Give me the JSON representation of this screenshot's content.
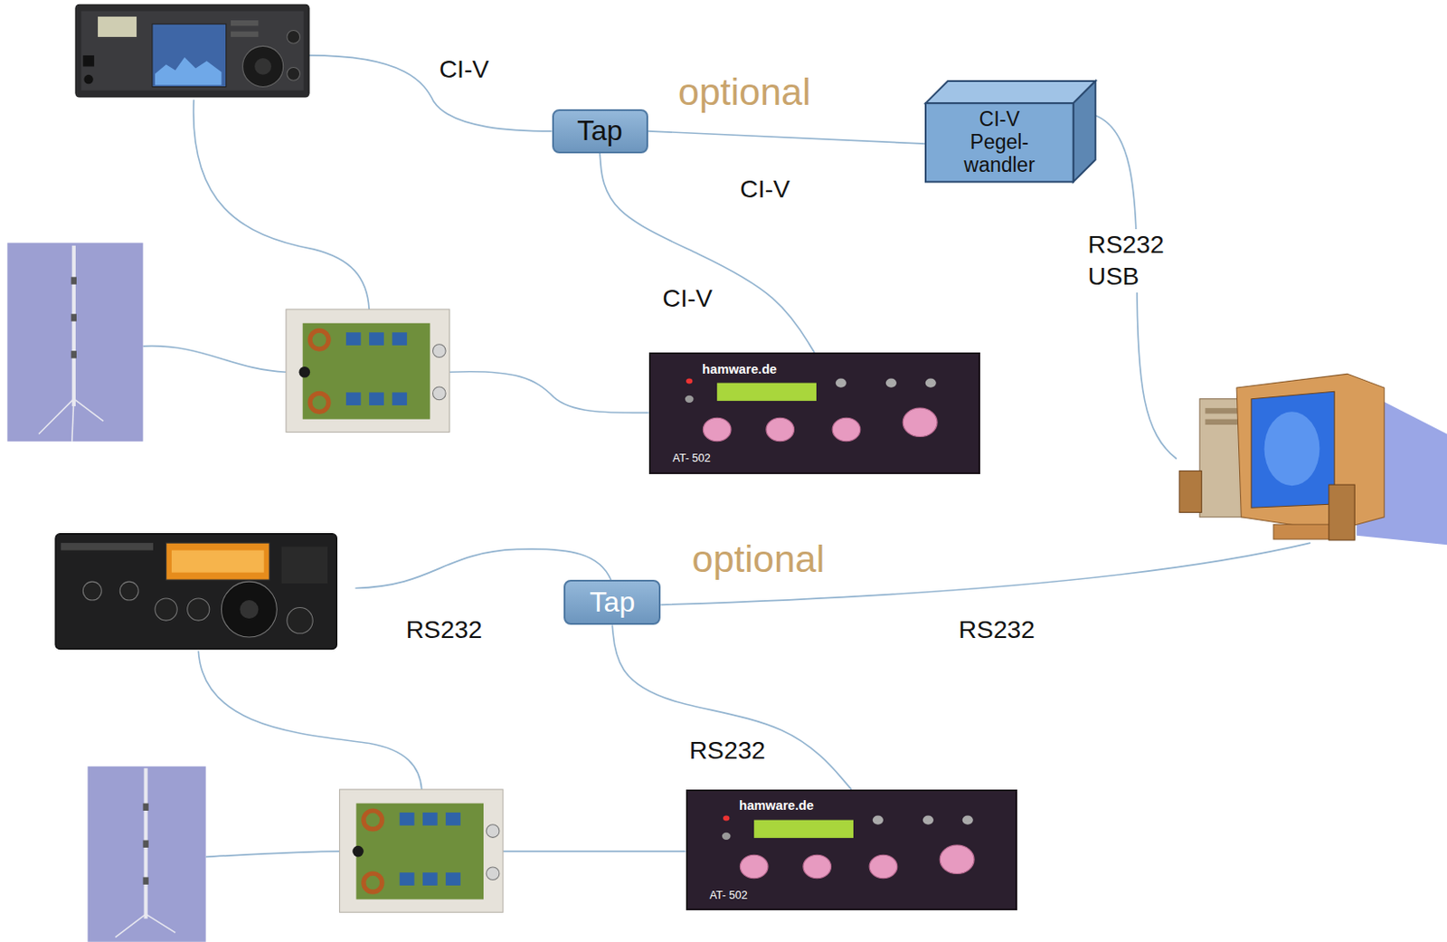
{
  "diagram": {
    "nodes": [
      {
        "text": [
          "Tap"
        ]
      },
      {
        "text": [
          "CI-V Pegel- wandler"
        ]
      },
      {
        "text": [
          "hamware.de",
          "AT- 502"
        ]
      },
      {
        "text": [
          "Tap"
        ]
      },
      {
        "text": [
          "hamware.de",
          "AT- 502"
        ]
      }
    ],
    "edges": [
      {
        "from": 0,
        "to": 1,
        "arrow": "none"
      },
      {
        "from": 0,
        "to": 2,
        "label": "CI-V",
        "arrow": "none"
      },
      {
        "from": 3,
        "to": 4,
        "label": "RS232",
        "arrow": "none"
      }
    ],
    "labels": [
      "CI-V",
      "optional",
      "CI-V",
      "RS232 USB",
      "optional",
      "RS232",
      "RS232"
    ]
  }
}
